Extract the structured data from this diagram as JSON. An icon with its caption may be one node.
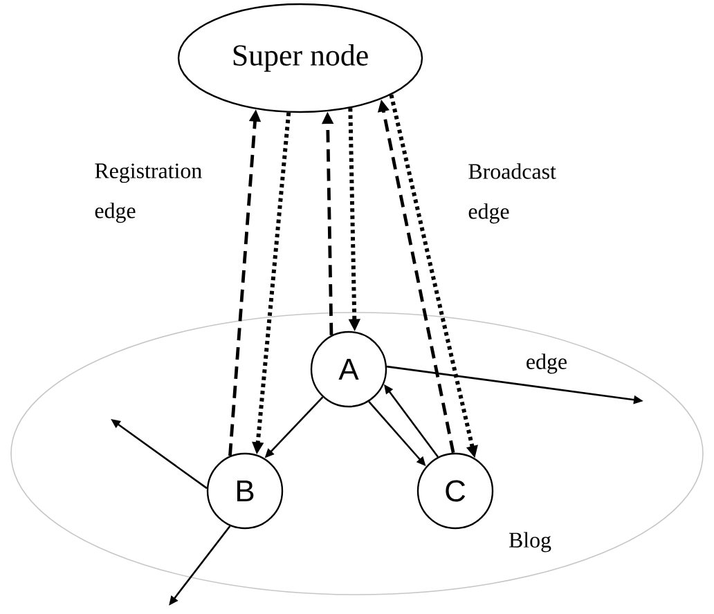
{
  "diagram": {
    "nodes": [
      {
        "text": [
          "Super node"
        ]
      },
      {
        "text": [
          "Blog"
        ]
      },
      {
        "text": [
          "A"
        ],
        "in": 1
      },
      {
        "text": [
          "B"
        ],
        "in": 1
      },
      {
        "text": [
          "C"
        ],
        "in": 1
      }
    ],
    "edges": [
      {
        "from": 3,
        "to": 0,
        "arrow": "to",
        "style": "dashed"
      },
      {
        "from": 0,
        "to": 3,
        "arrow": "to",
        "style": "dashed"
      },
      {
        "from": 2,
        "to": 0,
        "arrow": "to",
        "style": "dashed"
      },
      {
        "from": 0,
        "to": 2,
        "arrow": "to",
        "style": "dashed"
      },
      {
        "from": 4,
        "to": 0,
        "arrow": "to",
        "style": "dashed"
      },
      {
        "from": 0,
        "to": 4,
        "arrow": "to",
        "style": "dashed"
      },
      {
        "from": 2,
        "to": 3,
        "arrow": "to"
      },
      {
        "from": 2,
        "to": 4,
        "arrow": "to"
      },
      {
        "from": 4,
        "to": 2,
        "arrow": "to"
      },
      {
        "from": 2,
        "to": null,
        "arrow": "to",
        "label": "edge"
      },
      {
        "from": 3,
        "to": null,
        "arrow": "to"
      },
      {
        "from": 3,
        "to": null,
        "arrow": "to"
      }
    ],
    "labels": [
      "Registration edge",
      "Broadcast edge"
    ]
  }
}
